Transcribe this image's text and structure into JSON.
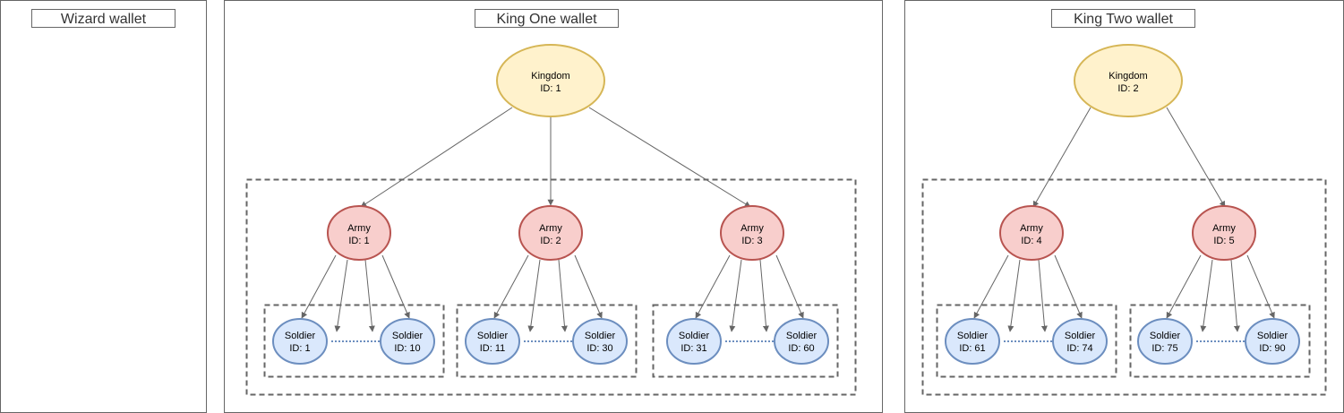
{
  "colors": {
    "kingdom_fill": "#fff2cc",
    "kingdom_stroke": "#d6b656",
    "army_fill": "#f8cecc",
    "army_stroke": "#b85450",
    "soldier_fill": "#dae8fc",
    "soldier_stroke": "#6c8ebf",
    "edge": "#666666",
    "panel_stroke": "#666666"
  },
  "wallets": {
    "wizard": {
      "title": "Wizard wallet"
    },
    "king_one": {
      "title": "King One wallet",
      "kingdom": {
        "line1": "Kingdom",
        "line2": "ID: 1"
      },
      "armies": [
        {
          "line1": "Army",
          "line2": "ID: 1",
          "soldiers": [
            {
              "line1": "Soldier",
              "line2": "ID: 1"
            },
            {
              "line1": "Soldier",
              "line2": "ID: 10"
            }
          ]
        },
        {
          "line1": "Army",
          "line2": "ID: 2",
          "soldiers": [
            {
              "line1": "Soldier",
              "line2": "ID: 11"
            },
            {
              "line1": "Soldier",
              "line2": "ID: 30"
            }
          ]
        },
        {
          "line1": "Army",
          "line2": "ID: 3",
          "soldiers": [
            {
              "line1": "Soldier",
              "line2": "ID: 31"
            },
            {
              "line1": "Soldier",
              "line2": "ID: 60"
            }
          ]
        }
      ]
    },
    "king_two": {
      "title": "King Two wallet",
      "kingdom": {
        "line1": "Kingdom",
        "line2": "ID: 2"
      },
      "armies": [
        {
          "line1": "Army",
          "line2": "ID: 4",
          "soldiers": [
            {
              "line1": "Soldier",
              "line2": "ID: 61"
            },
            {
              "line1": "Soldier",
              "line2": "ID: 74"
            }
          ]
        },
        {
          "line1": "Army",
          "line2": "ID: 5",
          "soldiers": [
            {
              "line1": "Soldier",
              "line2": "ID: 75"
            },
            {
              "line1": "Soldier",
              "line2": "ID: 90"
            }
          ]
        }
      ]
    }
  }
}
